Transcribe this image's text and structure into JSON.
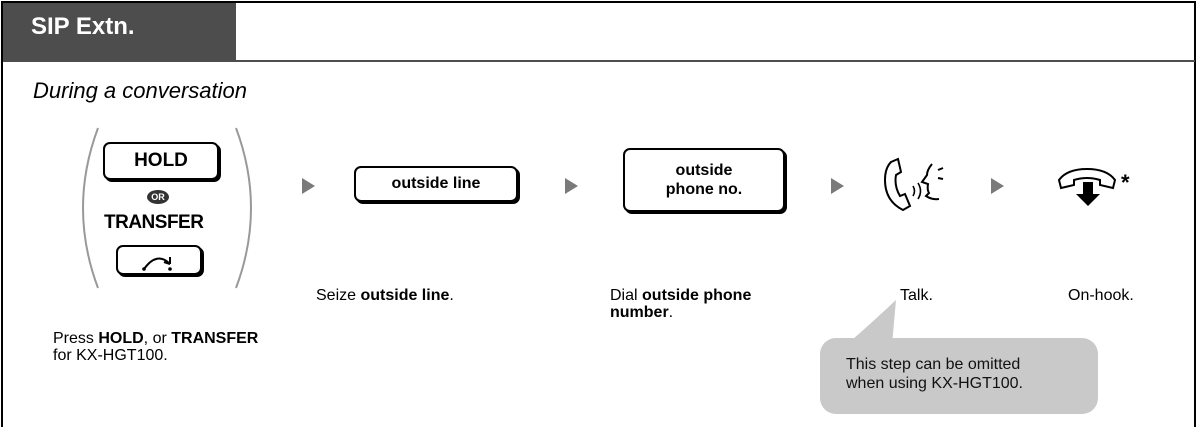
{
  "header": {
    "tab_label": "SIP Extn."
  },
  "scenario": {
    "subtitle": "During a conversation"
  },
  "keys": {
    "hold": "HOLD",
    "or": "OR",
    "transfer": "TRANSFER",
    "outside_line": "outside line",
    "outside_phone_line1": "outside",
    "outside_phone_line2": "phone no."
  },
  "icons": {
    "transfer_key": "transfer-arrow-icon",
    "talk": "talk-handset-icon",
    "on_hook": "on-hook-icon",
    "asterisk": "*"
  },
  "steps": {
    "step1": {
      "pre": "Press ",
      "bold1": "HOLD",
      "mid": ", or ",
      "bold2": "TRANSFER",
      "line2": "for KX-HGT100."
    },
    "step2": {
      "pre": "Seize ",
      "bold": "outside line",
      "post": "."
    },
    "step3": {
      "pre": "Dial ",
      "bold1": "outside phone",
      "bold2": "number",
      "post": "."
    },
    "step4": {
      "text": "Talk."
    },
    "step5": {
      "text": "On-hook."
    }
  },
  "note": {
    "line1": "This step can be omitted",
    "line2": "when using KX-HGT100."
  },
  "colors": {
    "tab": "#4d4d4d",
    "arrow": "#7a7a7a",
    "bubble": "#c9c9c9",
    "text": "#000000"
  }
}
